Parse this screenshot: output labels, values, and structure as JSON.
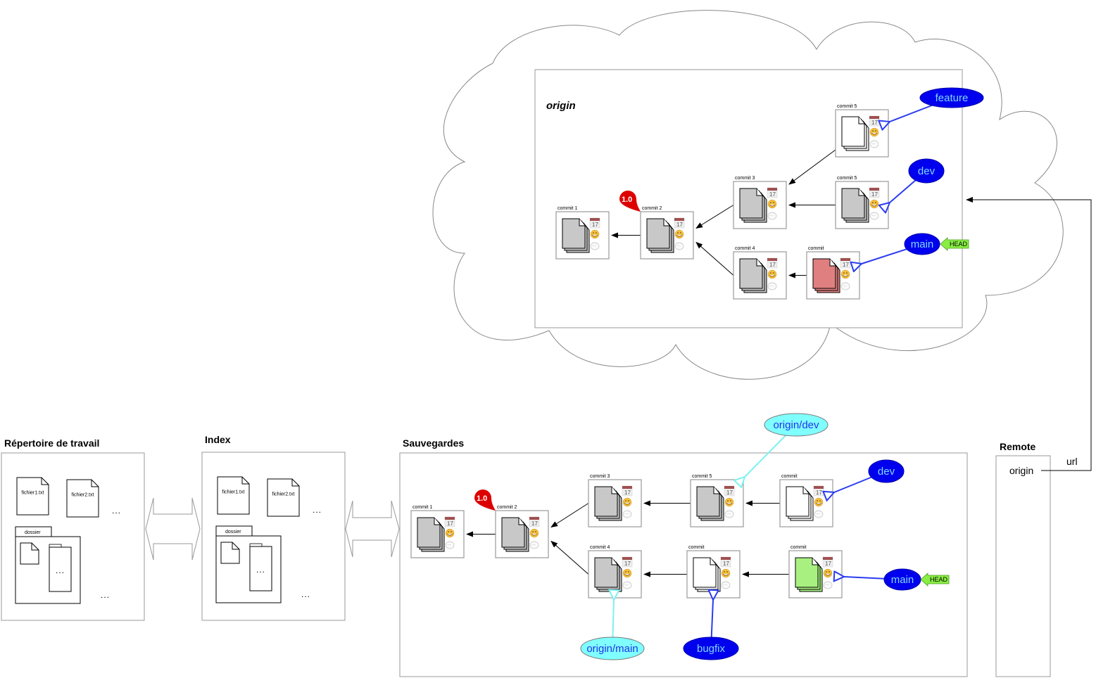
{
  "sections": {
    "working_dir": {
      "title": "Répertoire de travail"
    },
    "index": {
      "title": "Index"
    },
    "saves": {
      "title": "Sauvegardes"
    },
    "remote": {
      "title": "Remote",
      "entry": "origin",
      "link_label": "url"
    }
  },
  "origin_repo": {
    "title": "origin",
    "commits": [
      {
        "id": "o1",
        "label": "commit 1",
        "color": "#c8c8c8"
      },
      {
        "id": "o2",
        "label": "commit 2",
        "color": "#c8c8c8"
      },
      {
        "id": "o3",
        "label": "commit 3",
        "color": "#c8c8c8"
      },
      {
        "id": "o4",
        "label": "commit 4",
        "color": "#c8c8c8"
      },
      {
        "id": "o5a",
        "label": "commit 5",
        "color": "#ffffff"
      },
      {
        "id": "o5b",
        "label": "commit 5",
        "color": "#c8c8c8"
      },
      {
        "id": "o6",
        "label": "commit",
        "color": "#e07f7f"
      }
    ],
    "tag": "1.0",
    "branches": [
      {
        "name": "feature",
        "target": "o5a"
      },
      {
        "name": "dev",
        "target": "o5b"
      },
      {
        "name": "main",
        "target": "o6"
      }
    ],
    "head": "HEAD"
  },
  "local_repo": {
    "commits": [
      {
        "id": "l1",
        "label": "commit 1",
        "color": "#c8c8c8"
      },
      {
        "id": "l2",
        "label": "commit 2",
        "color": "#c8c8c8"
      },
      {
        "id": "l3",
        "label": "commit 3",
        "color": "#c8c8c8"
      },
      {
        "id": "l4",
        "label": "commit 4",
        "color": "#c8c8c8"
      },
      {
        "id": "l5",
        "label": "commit 5",
        "color": "#c8c8c8"
      },
      {
        "id": "l6",
        "label": "commit",
        "color": "#ffffff"
      },
      {
        "id": "l7",
        "label": "commit",
        "color": "#ffffff"
      },
      {
        "id": "l8",
        "label": "commit",
        "color": "#a8f080"
      }
    ],
    "tag": "1.0",
    "branches": [
      {
        "name": "dev",
        "target": "l6",
        "kind": "local"
      },
      {
        "name": "main",
        "target": "l8",
        "kind": "local"
      },
      {
        "name": "bugfix",
        "target": "l7",
        "kind": "local"
      },
      {
        "name": "origin/dev",
        "target": "l5",
        "kind": "remote"
      },
      {
        "name": "origin/main",
        "target": "l4",
        "kind": "remote"
      }
    ],
    "head": "HEAD"
  },
  "files": {
    "file1": "fichier1.txt",
    "file2": "fichier2.txt",
    "folder": "dossier",
    "ellipsis": "..."
  },
  "colors": {
    "local_branch_fill": "#0000ee",
    "local_branch_text": "#7fd8ff",
    "remote_branch_fill": "#80ffff",
    "remote_branch_text": "#2233ee",
    "branch_arrow": "#2a3cf0",
    "remote_arrow": "#80f0f0",
    "head_fill": "#88ee44",
    "tag_fill": "#dd0000"
  }
}
